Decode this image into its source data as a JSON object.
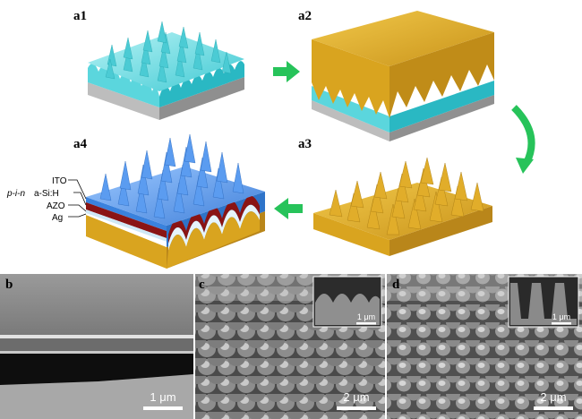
{
  "panels": {
    "a1": {
      "label": "a1"
    },
    "a2": {
      "label": "a2"
    },
    "a3": {
      "label": "a3"
    },
    "a4": {
      "label": "a4"
    },
    "b": {
      "label": "b",
      "scale_bar": "1 μm"
    },
    "c": {
      "label": "c",
      "scale_bar": "2 μm",
      "inset_scale_bar": "1 μm"
    },
    "d": {
      "label": "d",
      "scale_bar": "2 μm",
      "inset_scale_bar": "1 μm"
    }
  },
  "layers": {
    "ito": "ITO",
    "pin_prefix": "p-i-n",
    "pin_material": "a-Si:H",
    "azo": "AZO",
    "ag": "Ag"
  },
  "colors": {
    "cyan": "#3fd0d8",
    "gold": "#d7a321",
    "blue": "#4a8fe0",
    "red": "#8a1414",
    "arrow": "#27c35a",
    "substrate": "#a9a9a9"
  }
}
